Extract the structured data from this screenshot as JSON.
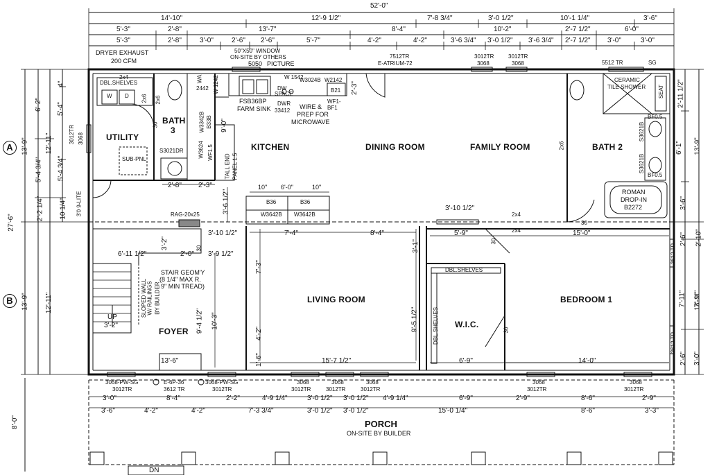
{
  "overall_width": "52'-0\"",
  "top_dims_row1": [
    "14'-10\"",
    "12'-9 1/2\"",
    "7'-8 3/4\"",
    "3'-0 1/2\"",
    "10'-1 1/4\"",
    "3'-6\""
  ],
  "top_dims_row2": [
    "5'-3\"",
    "2'-8\"",
    "13'-7\"",
    "8'-4\"",
    "10'-2\"",
    "2'-7 1/2\"",
    "6'-0\""
  ],
  "top_dims_row3": [
    "5'-3\"",
    "2'-8\"",
    "3'-0\"",
    "2'-6\"",
    "2'-6\"",
    "5'-7\"",
    "4'-2\"",
    "4'-2\"",
    "3'-6 3/4\"",
    "3'-0 1/2\"",
    "3'-6 3/4\"",
    "2'-7 1/2\"",
    "3'-0\"",
    "3'-0\""
  ],
  "left_dims": {
    "total": "27'-6\"",
    "upper": "13'-9\"",
    "lower": "13'-9\"",
    "a1": "6'-2\"",
    "a2": "5'-4 3/4\"",
    "a3": "2'-2 1/4\"",
    "b1": "12'-11\"",
    "b2": "12'-11\"",
    "c1": "4\"",
    "c2": "5'-4\"",
    "c3": "5'-4 3/4\"",
    "c4": "10 1/4\"",
    "porch": "8'-0\""
  },
  "right_dims": {
    "upper": "13'-9\"",
    "lower": "13'-9\"",
    "r1": "2'-11 1/2\"",
    "r2": "6'-1\"",
    "r3": "3'-6\"",
    "r4": "2'-6\"",
    "r5": "7'-11\"",
    "r6": "2'-6\"",
    "s1": "2'-10\"",
    "s2": "7'-11\"",
    "s3": "3'-0\""
  },
  "section_markers": [
    "A",
    "B"
  ],
  "rooms": {
    "utility": "UTILITY",
    "bath3": "BATH",
    "bath3_num": "3",
    "kitchen": "KITCHEN",
    "dining": "DINING ROOM",
    "family": "FAMILY ROOM",
    "bath2": "BATH 2",
    "living": "LIVING ROOM",
    "bedroom1": "BEDROOM 1",
    "foyer": "FOYER",
    "wic": "W.I.C.",
    "porch": "PORCH",
    "porch_note": "ON-SITE BY BUILDER"
  },
  "notes": {
    "dryer": "DRYER EXHAUST",
    "cfm": "200 CFM",
    "dbl_shelves": "DBL.SHELVES",
    "w": "W",
    "d": "D",
    "sub_pnl": "SUB-PNL",
    "s3021dr": "S3021DR",
    "window_note1": "50\"X50\" WINDOW",
    "window_note2": "ON-SITE BY OTHERS",
    "picture_num": "5050",
    "picture": "PICTURE",
    "fsb": "FSB36BP",
    "farm_sink": "FARM SINK",
    "dw": "DW",
    "space": "SPACE",
    "dwr": "DWR",
    "dwr_num": "33412",
    "w3024b": "W3024B",
    "w2142": "W2142",
    "b21": "B21",
    "w1542": "W 1542",
    "wire1": "WIRE &",
    "wire2": "PREP FOR",
    "wire3": "MICROWAVE",
    "wf1": "WF1-",
    "bf1": "BF1",
    "door_7512": "7512TR",
    "e_atrium": "E-ATRIUM-72",
    "w3012a": "3012TR",
    "w3068a": "3068",
    "w3012b": "3012TR",
    "w3068b": "3068",
    "w5512": "5512 TR",
    "sg": "SG",
    "ceramic1": "CERAMIC",
    "ceramic2": "TILE SHOWER",
    "seat": "SEAT",
    "bf05a": "BF0.5",
    "bf05b": "BF0.5",
    "s3621a": "S3621B",
    "s3621b": "S3621B",
    "roman1": "ROMAN",
    "roman2": "DROP-IN",
    "roman3": "B2272",
    "b36a": "B36",
    "b36b": "B36",
    "w3642a": "W3642B",
    "w3642b": "W3642B",
    "isl_10a": "10\"",
    "isl_6": "6'-0\"",
    "isl_10b": "10\"",
    "rag": "RAG-20x25",
    "wa": "WA",
    "wa_num": "2442",
    "w1242": "W 1242",
    "w3342": "W3342B",
    "b33": "B33B",
    "w3624": "W3624",
    "wf15": "WF1.5",
    "tall_end": "TALL END",
    "panel": "PANEL 1.5",
    "stair1": "STAIR GEOM'Y",
    "stair2": "(8 1/4\" MAX R.",
    "stair3": "9\" MIN TREAD)",
    "sloped1": "SLOPED WALL",
    "sloped2": "W/ RAILINGS",
    "sloped3": "BY BUILDER",
    "up": "UP",
    "up_dim": "3'-2\"",
    "wic_shelves": "DBL.SHELVES",
    "wic_shelves_v": "DBL.SHELVES",
    "bed_3612a": "3612 TR",
    "bed_3612b": "3612 TR",
    "left_window": "3012TR",
    "left_window2": "3068",
    "left_door": "3'0 9-LITE",
    "dn": "DN",
    "x2x4a": "2x4",
    "x2x4b": "2x4",
    "x2x4c": "2x4",
    "x2x6a": "2x6",
    "x2x6b": "2x6",
    "x2x6c": "2x6",
    "d30a": "30",
    "d30b": "30",
    "d30c": "30",
    "d30d": "30",
    "d30e": "30"
  },
  "interior_dims": {
    "k_2_8": "2'-8\"",
    "k_2_3": "2'-3\"",
    "k_9_0": "9'-0\"",
    "k_3_6": "3'-6 1/2\"",
    "k_2_3b": "2'-3\"",
    "k_3_10": "3'-10 1/2\"",
    "k_3_9": "3'-9 1/2\"",
    "k_2_0": "2'-0\"",
    "k_3_2": "3'-2\"",
    "k_6_11": "6'-11 1/2\"",
    "lr_7_4": "7'-4\"",
    "lr_8_4": "8'-4\"",
    "lr_7_3": "7'-3\"",
    "lr_4_2": "4'-2\"",
    "lr_1_6": "1'-6\"",
    "lr_9_5": "9'-5 1/2\"",
    "lr_15_7": "15'-7 1/2\"",
    "lr_3_1": "3'-1\"",
    "f_9_4": "9'-4 1/2\"",
    "f_10_3": "10'-3\"",
    "f_13_6": "13'-6\"",
    "w_5_9": "5'-9\"",
    "w_6_9": "6'-9\"",
    "br_15_0": "15'-0\"",
    "br_14_0": "14'-0\"",
    "br_3_10": "3'-10 1/2\""
  },
  "front_openings": {
    "o1a": "3068-PW-SG",
    "o1b": "3012TR",
    "o2a": "E-6P-36",
    "o2b": "3612 TR",
    "o3a": "3068-PW-SG",
    "o3b": "3012TR",
    "o4a": "3068",
    "o4b": "3012TR",
    "o5a": "3068",
    "o5b": "3012TR",
    "o6a": "3068",
    "o6b": "3012TR",
    "o7a": "3068",
    "o7b": "3012TR",
    "o8a": "3068",
    "o8b": "3012TR"
  },
  "bottom_dims_row1": [
    "3'-0\"",
    "8'-4\"",
    "2'-2\"",
    "4'-9 1/4\"",
    "3'-0 1/2\"",
    "3'-0 1/2\"",
    "4'-9 1/4\"",
    "6'-9\"",
    "2'-9\"",
    "8'-6\"",
    "2'-9\""
  ],
  "bottom_dims_row2": [
    "3'-6\"",
    "4'-2\"",
    "4'-2\"",
    "7'-3 3/4\"",
    "3'-0 1/2\"",
    "3'-0 1/2\"",
    "15'-0 1/4\"",
    "8'-6\"",
    "3'-3\""
  ]
}
